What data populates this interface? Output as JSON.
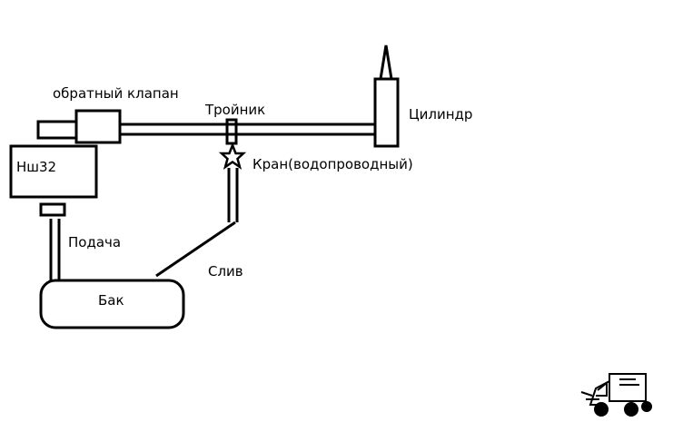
{
  "labels": {
    "check_valve": "обратный клапан",
    "tee": "Тройник",
    "cylinder": "Цилиндр",
    "pump": "Нш32",
    "tap": "Кран(водопроводный)",
    "feed": "Подача",
    "drain": "Слив",
    "tank": "Бак"
  },
  "colors": {
    "stroke": "#000000",
    "background": "#ffffff"
  },
  "icons": {
    "tap_symbol": "star-icon",
    "watermark": "truck-icon"
  }
}
